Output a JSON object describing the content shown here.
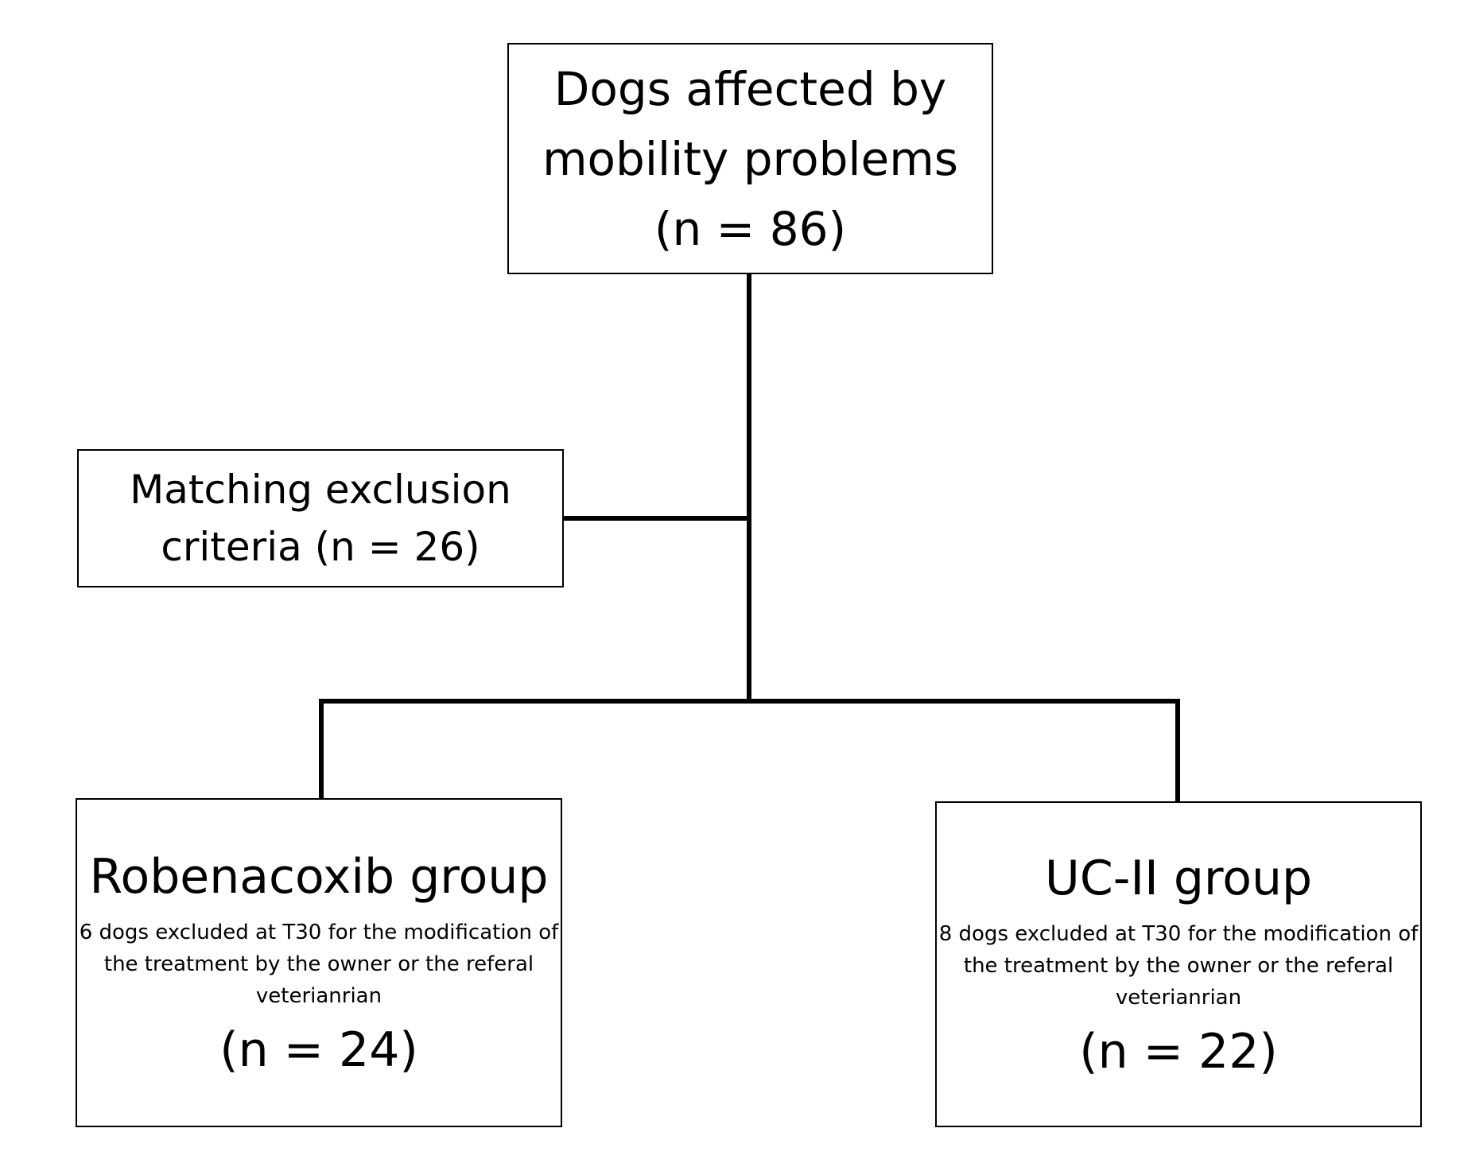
{
  "nodes": {
    "total": {
      "title": "Dogs affected by mobility problems",
      "count": "(n = 86)"
    },
    "excluded": {
      "title": "Matching exclusion criteria (n = 26)"
    },
    "robenacoxib": {
      "title": "Robenacoxib group",
      "note": "6 dogs excluded at T30 for the modification of the treatment by the owner or the referal veterianrian",
      "count": "(n = 24)"
    },
    "ucii": {
      "title": "UC-II group",
      "note": "8 dogs excluded at T30 for the modification of the treatment by the owner or the referal veterianrian",
      "count": "(n = 22)"
    }
  },
  "colors": {
    "line": "#000000",
    "box_border": "#000000",
    "background": "#ffffff"
  }
}
